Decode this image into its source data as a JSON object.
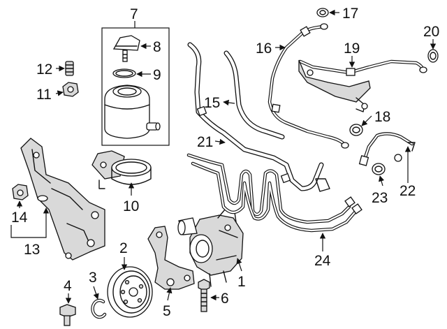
{
  "callouts": [
    {
      "id": "c1",
      "label": "1"
    },
    {
      "id": "c2",
      "label": "2"
    },
    {
      "id": "c3",
      "label": "3"
    },
    {
      "id": "c4",
      "label": "4"
    },
    {
      "id": "c5",
      "label": "5"
    },
    {
      "id": "c6",
      "label": "6"
    },
    {
      "id": "c7",
      "label": "7"
    },
    {
      "id": "c8",
      "label": "8"
    },
    {
      "id": "c9",
      "label": "9"
    },
    {
      "id": "c10",
      "label": "10"
    },
    {
      "id": "c11",
      "label": "11"
    },
    {
      "id": "c12",
      "label": "12"
    },
    {
      "id": "c13",
      "label": "13"
    },
    {
      "id": "c14",
      "label": "14"
    },
    {
      "id": "c15",
      "label": "15"
    },
    {
      "id": "c16",
      "label": "16"
    },
    {
      "id": "c17",
      "label": "17"
    },
    {
      "id": "c18",
      "label": "18"
    },
    {
      "id": "c19",
      "label": "19"
    },
    {
      "id": "c20",
      "label": "20"
    },
    {
      "id": "c21",
      "label": "21"
    },
    {
      "id": "c22",
      "label": "22"
    },
    {
      "id": "c23",
      "label": "23"
    },
    {
      "id": "c24",
      "label": "24"
    }
  ],
  "colors": {
    "line": "#111111",
    "fill": "#d9d9d9",
    "background": "#ffffff"
  }
}
